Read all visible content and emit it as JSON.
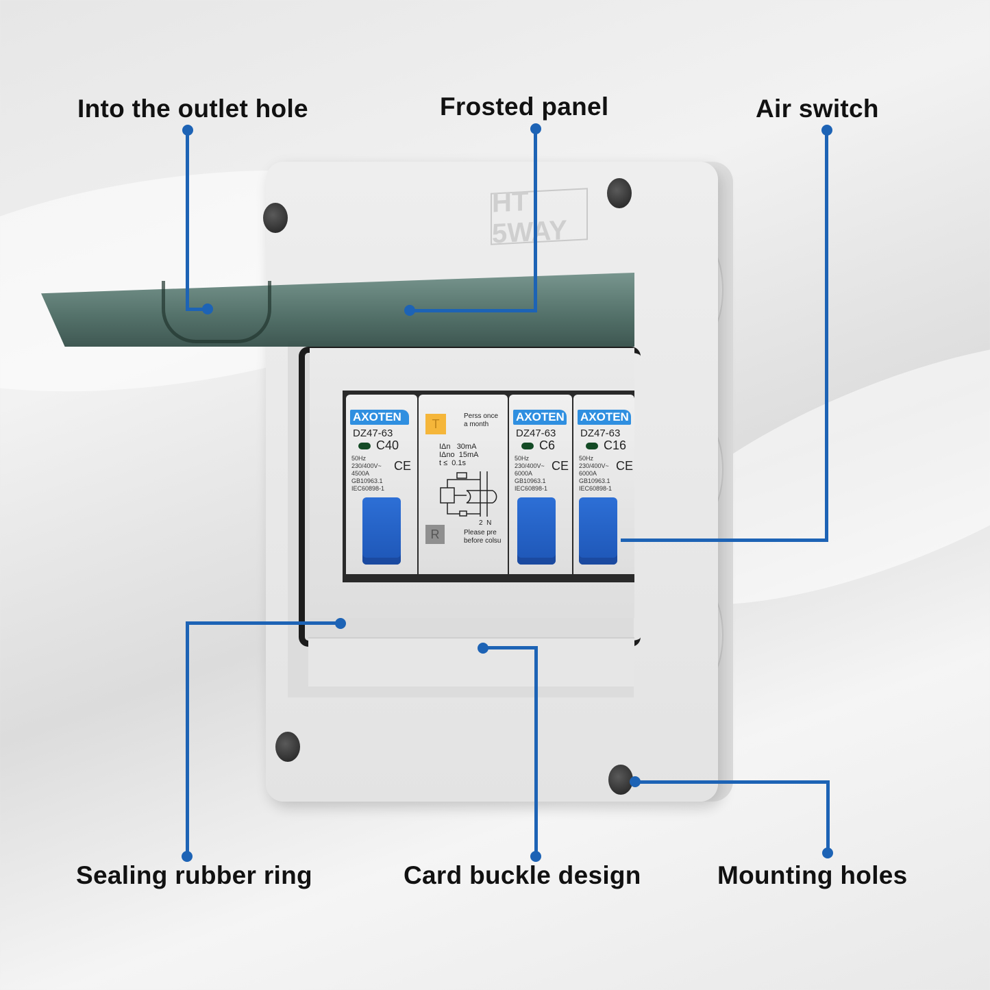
{
  "diagram": {
    "subject": "Waterproof distribution box with circuit breakers",
    "callout_color": "#1d63b5",
    "labels": {
      "outlet_hole": "Into the outlet hole",
      "frosted_panel": "Frosted panel",
      "air_switch": "Air switch",
      "sealing_ring": "Sealing rubber ring",
      "card_buckle": "Card buckle design",
      "mounting_holes": "Mounting holes"
    },
    "enclosure_marking": "HT 5WAY",
    "breakers": [
      {
        "brand": "AXOTEN",
        "model": "DZ47-63",
        "rating": "C40",
        "specs": "50Hz\n230/400V~\n4500A\nGB10963.1\nIEC60898-1",
        "ce": "CE"
      },
      {
        "brand": "AXOTEN",
        "model": "DZ47-63",
        "rating": "C6",
        "specs": "50Hz\n230/400V~\n6000A\nGB10963.1\nIEC60898-1",
        "ce": "CE"
      },
      {
        "brand": "AXOTEN",
        "model": "DZ47-63",
        "rating": "C16",
        "specs": "50Hz\n230/400V~\n6000A\nGB10963.1\nIEC60898-1",
        "ce": "CE"
      }
    ],
    "rcd": {
      "test_button": "T",
      "reset_button": "R",
      "test_note": "Perss once\na month",
      "ratings": "IΔn   30mA\nIΔno  15mA\nt ≤  0.1s",
      "terminals": "2  N",
      "reset_note": "Please pre\nbefore colsu"
    }
  }
}
